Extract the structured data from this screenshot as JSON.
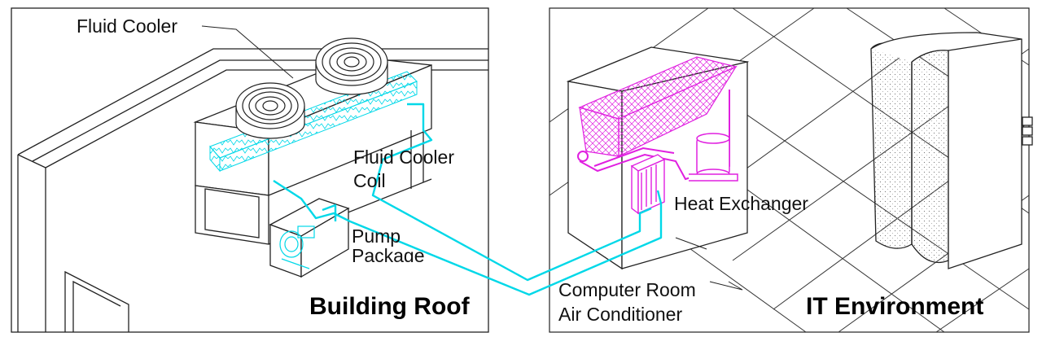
{
  "labels": {
    "fluid_cooler": "Fluid Cooler",
    "fluid_cooler_coil": [
      "Fluid Cooler",
      "Coil"
    ],
    "pump_package": [
      "Pump",
      "Package"
    ],
    "heat_exchanger": "Heat Exchanger",
    "crac": [
      "Computer Room",
      "Air Conditioner"
    ],
    "building_roof": "Building Roof",
    "it_environment": "IT Environment"
  },
  "colors": {
    "line_art": "#222222",
    "fluid_loop": "#00d8e8",
    "refrigerant_loop": "#e020e0"
  }
}
